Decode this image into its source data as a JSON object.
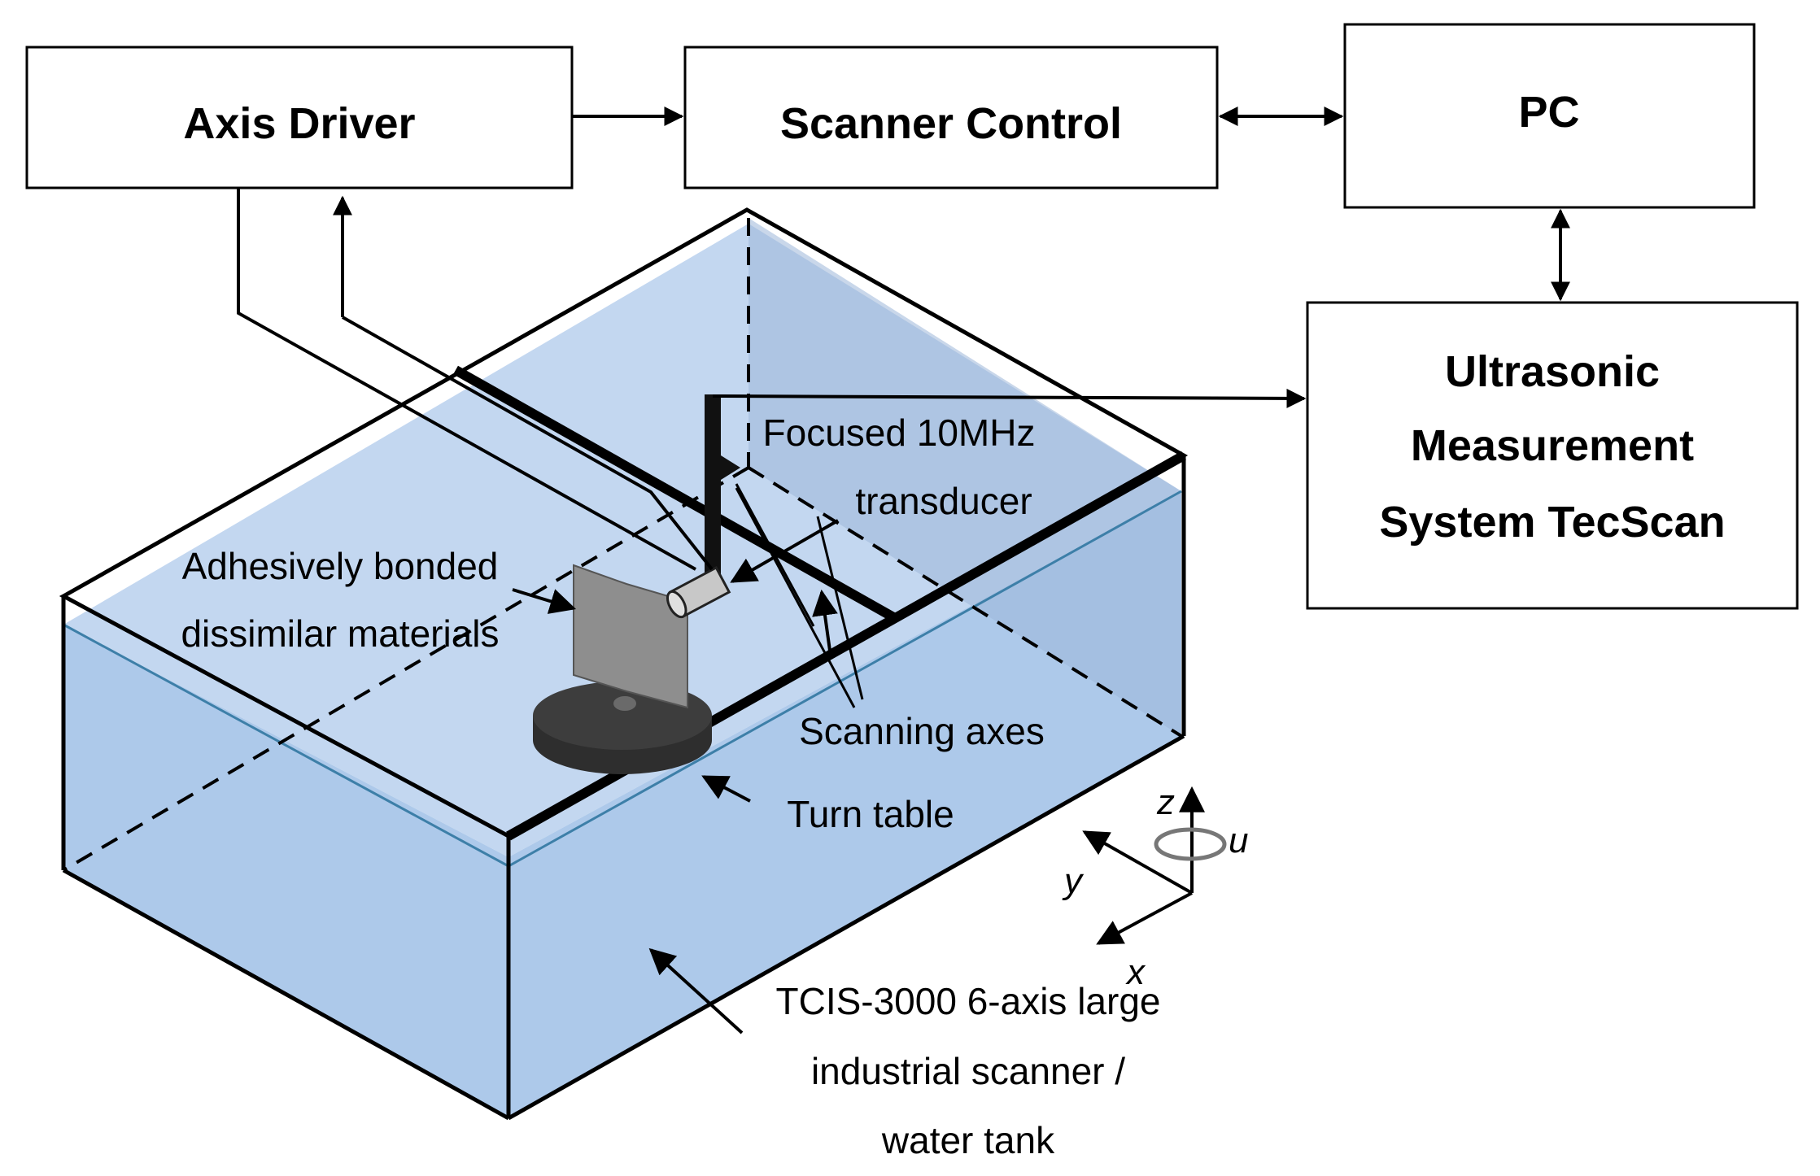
{
  "blocks": {
    "axis_driver": "Axis Driver",
    "scanner_control": "Scanner Control",
    "pc": "PC",
    "ultrasonic": [
      "Ultrasonic",
      "Measurement",
      "System TecScan"
    ]
  },
  "annotations": {
    "transducer": [
      "Focused 10MHz",
      "transducer"
    ],
    "specimen": [
      "Adhesively bonded",
      "dissimilar materials"
    ],
    "scanning_axes": "Scanning axes",
    "turn_table": "Turn table",
    "tank": [
      "TCIS-3000 6-axis large",
      "industrial scanner /",
      "water tank"
    ]
  },
  "axes": {
    "x": "x",
    "y": "y",
    "z": "z",
    "u": "u"
  },
  "colors": {
    "water_fill": "#adc9ea",
    "water_surface": "#3d7fa8",
    "stroke": "#000000",
    "turntable": "#3a3a3a",
    "specimen": "#8e8e8e"
  }
}
